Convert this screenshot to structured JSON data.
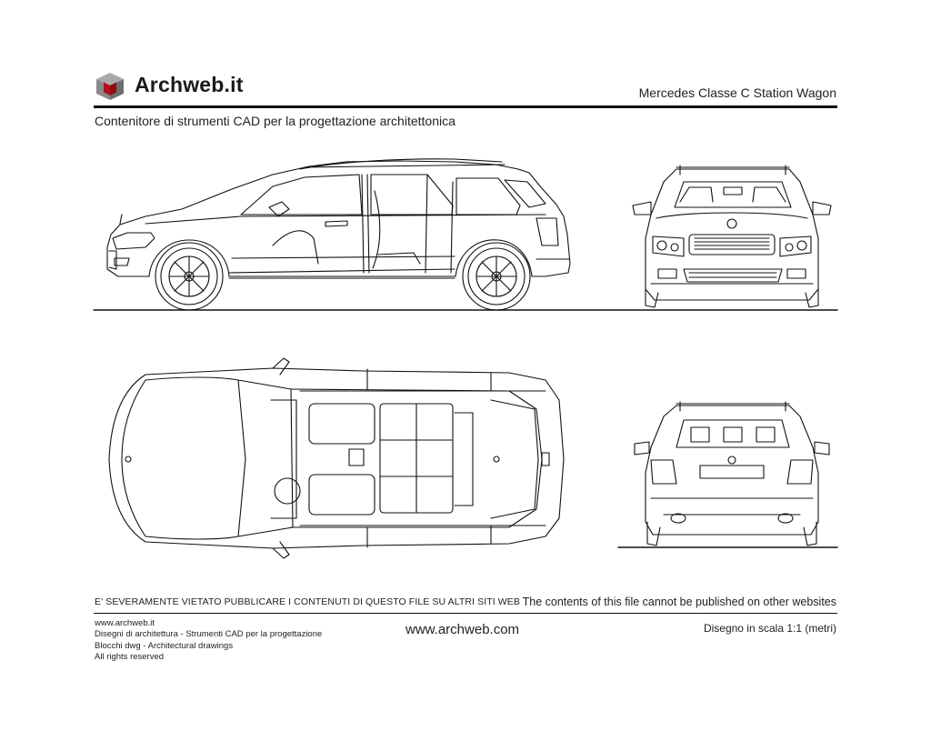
{
  "header": {
    "logo_text": "Archweb.it",
    "drawing_title": "Mercedes Classe C Station Wagon",
    "subtitle": "Contenitore di strumenti CAD per la progettazione architettonica"
  },
  "notices": {
    "italian": "E' SEVERAMENTE VIETATO PUBBLICARE I CONTENUTI DI QUESTO FILE SU ALTRI SITI WEB",
    "english": "The contents of this file cannot be published on other websites"
  },
  "footer": {
    "lines": [
      "www.archweb.it",
      "Disegni di architettura - Strumenti CAD  per la progettazione",
      "Blocchi dwg - Architectural drawings",
      "All rights reserved"
    ],
    "website": "www.archweb.com",
    "scale": "Disegno in scala 1:1 (metri)"
  },
  "colors": {
    "logo_red": "#b3121a",
    "logo_grey": "#8a8a8a",
    "line": "#111111"
  },
  "icons": {
    "logo": "cube-logo-icon"
  }
}
